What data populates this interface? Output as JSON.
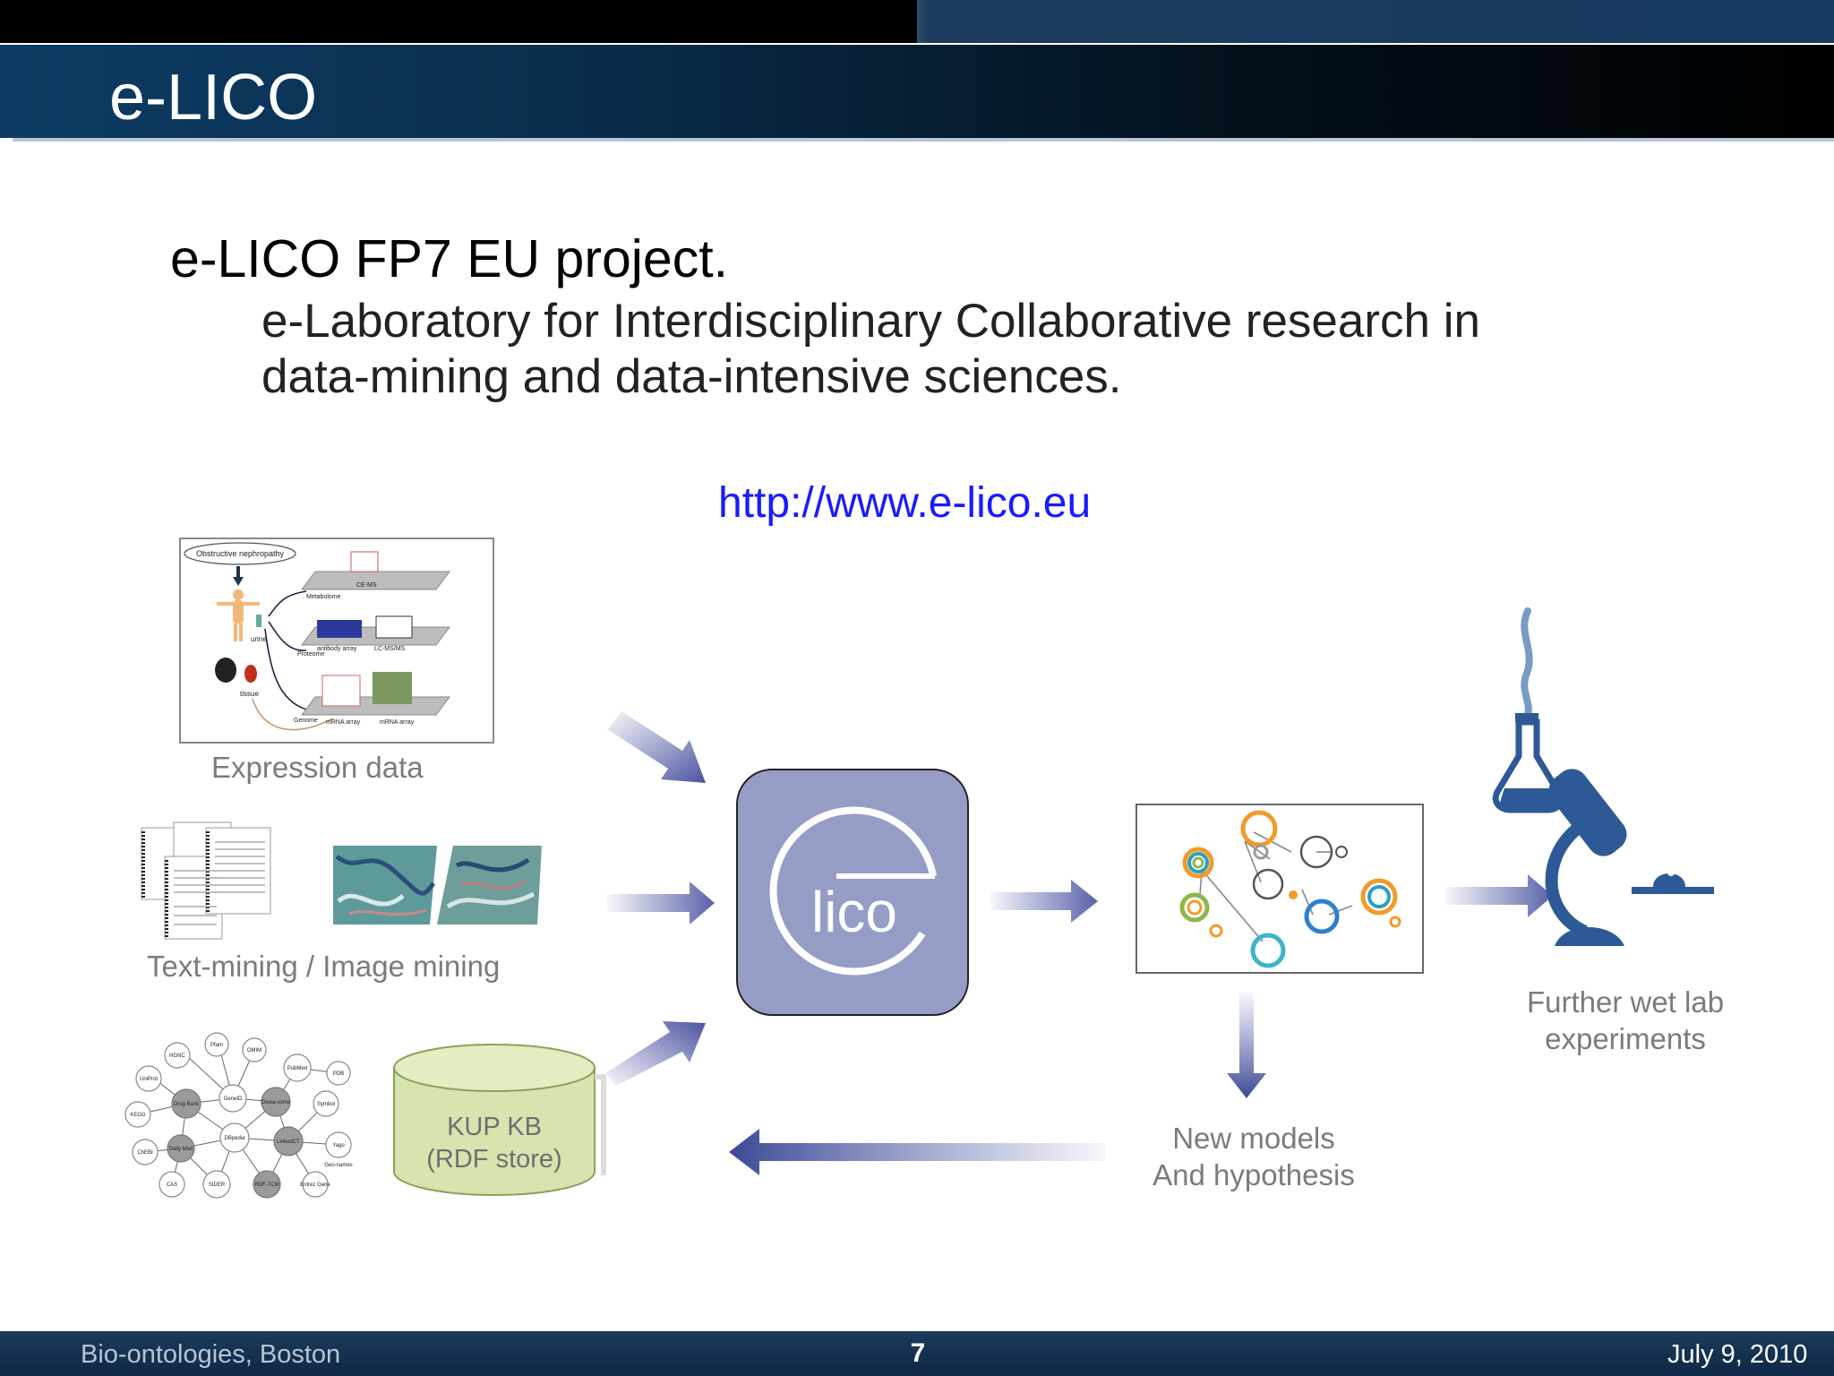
{
  "slide": {
    "title": "e-LICO",
    "heading": "e-LICO FP7 EU project.",
    "subtitle_line1": "e-Laboratory for Interdisciplinary Collaborative research in",
    "subtitle_line2": "data-mining and data-intensive sciences.",
    "url": "http://www.e-lico.eu"
  },
  "diagram": {
    "expression_caption": "Expression data",
    "textmining_caption": "Text-mining / Image mining",
    "kb_line1": "KUP KB",
    "kb_line2": "(RDF store)",
    "lico_logo_text": "lico",
    "models_line1": "New models",
    "models_line2": "And hypothesis",
    "wetlab_line1": "Further wet lab",
    "wetlab_line2": "experiments",
    "expression_panel": {
      "top_label": "Obstructive nephropathy",
      "urine": "urine",
      "tissue": "tissue",
      "metabolome": "Metabolome",
      "proteome": "Proteome",
      "genome": "Genome",
      "ce_ms": "CE-MS",
      "antibody_array": "antibody array",
      "lc_ms": "LC-MS/MS",
      "mrna_array_1": "mRNA array",
      "mrna_array_2": "mRNA array"
    },
    "kb_network_nodes": [
      "HGNC",
      "Pfam",
      "OMIM",
      "UniProt",
      "GeneID",
      "PubMed",
      "PDB",
      "Drug Bank",
      "Disea-some",
      "Symbol",
      "KEGG",
      "DBpedia",
      "LinkedCT",
      "Yago",
      "ChEBI",
      "Daily Med",
      "Geo-names",
      "CAS",
      "SIDER",
      "RDF-TCM",
      "Entrez Gene"
    ]
  },
  "footer": {
    "left": "Bio-ontologies, Boston",
    "page": "7",
    "right": "July 9, 2010"
  },
  "colors": {
    "title_bar": "#0a2e4e",
    "footer_bar": "#1b3a5c",
    "url_link": "#1a1aff",
    "lico_box": "#959cc6",
    "arrow": "#5a62a8",
    "kb_cylinder": "#d7e4b0",
    "lab_equipment": "#2d5a96"
  }
}
